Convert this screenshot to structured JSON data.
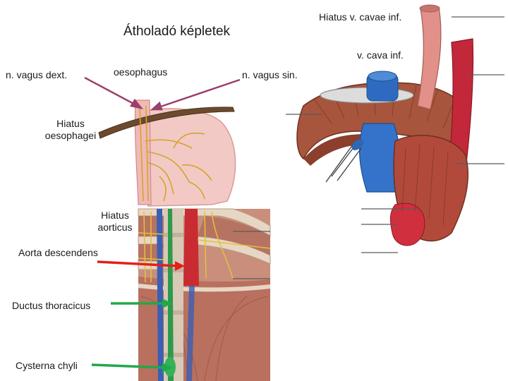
{
  "slide": {
    "title": "Átholadó képletek"
  },
  "labels": {
    "hiatus_vcavae": "Hiatus v. cavae inf.",
    "vcava_inf": "v. cava inf.",
    "n_vagus_dext": "n. vagus dext.",
    "oesophagus": "oesophagus",
    "n_vagus_sin": "n. vagus sin.",
    "hiatus_oesophagei_1": "Hiatus",
    "hiatus_oesophagei_2": "oesophagei",
    "hiatus_aorticus_1": "Hiatus",
    "hiatus_aorticus_2": "aorticus",
    "aorta_descendens": "Aorta descendens",
    "ductus_thoracicus": "Ductus thoracicus",
    "cysterna_chyli": "Cysterna chyli"
  },
  "colors": {
    "vagus_arrow": "#9b3f6b",
    "aorta_arrow": "#e3201b",
    "ductus_arrow": "#22a84a",
    "leader_line": "#5a5a5a"
  },
  "illustrations": {
    "stomach": "stomach-oesophagus-illustration",
    "diaphragm_upper": "diaphragm-heart-illustration",
    "diaphragm_lower": "posterior-diaphragm-illustration"
  }
}
